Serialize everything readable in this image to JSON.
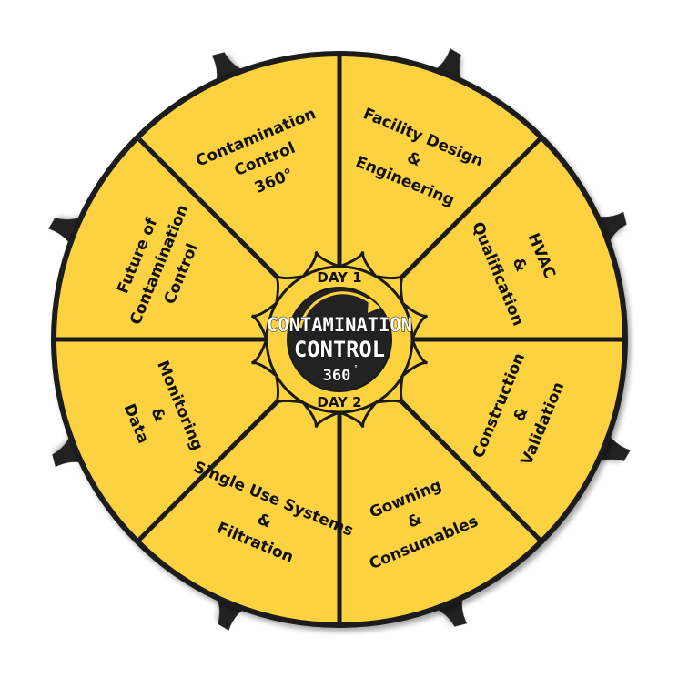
{
  "colors": {
    "fill": "#fcd23f",
    "ink": "#1a1a1a"
  },
  "center": {
    "day1": "DAY 1",
    "day2": "DAY 2",
    "line1": "CONTAMINATION",
    "line2": "CONTROL",
    "line3": "360",
    "mark": "°"
  },
  "sectors": [
    {
      "lines": [
        "Facility Design",
        "&",
        "Engineering"
      ]
    },
    {
      "lines": [
        "HVAC",
        "&",
        "Qualification"
      ]
    },
    {
      "lines": [
        "Construction",
        "&",
        "Validation"
      ]
    },
    {
      "lines": [
        "Gowning",
        "&",
        "Consumables"
      ]
    },
    {
      "lines": [
        "Single Use Systems",
        "&",
        "Filtration"
      ]
    },
    {
      "lines": [
        "Monitoring",
        "&",
        "Data"
      ]
    },
    {
      "lines": [
        "Future of",
        "Contamination",
        "Control"
      ]
    },
    {
      "lines": [
        "Contamination",
        "Control",
        "360°"
      ]
    }
  ]
}
